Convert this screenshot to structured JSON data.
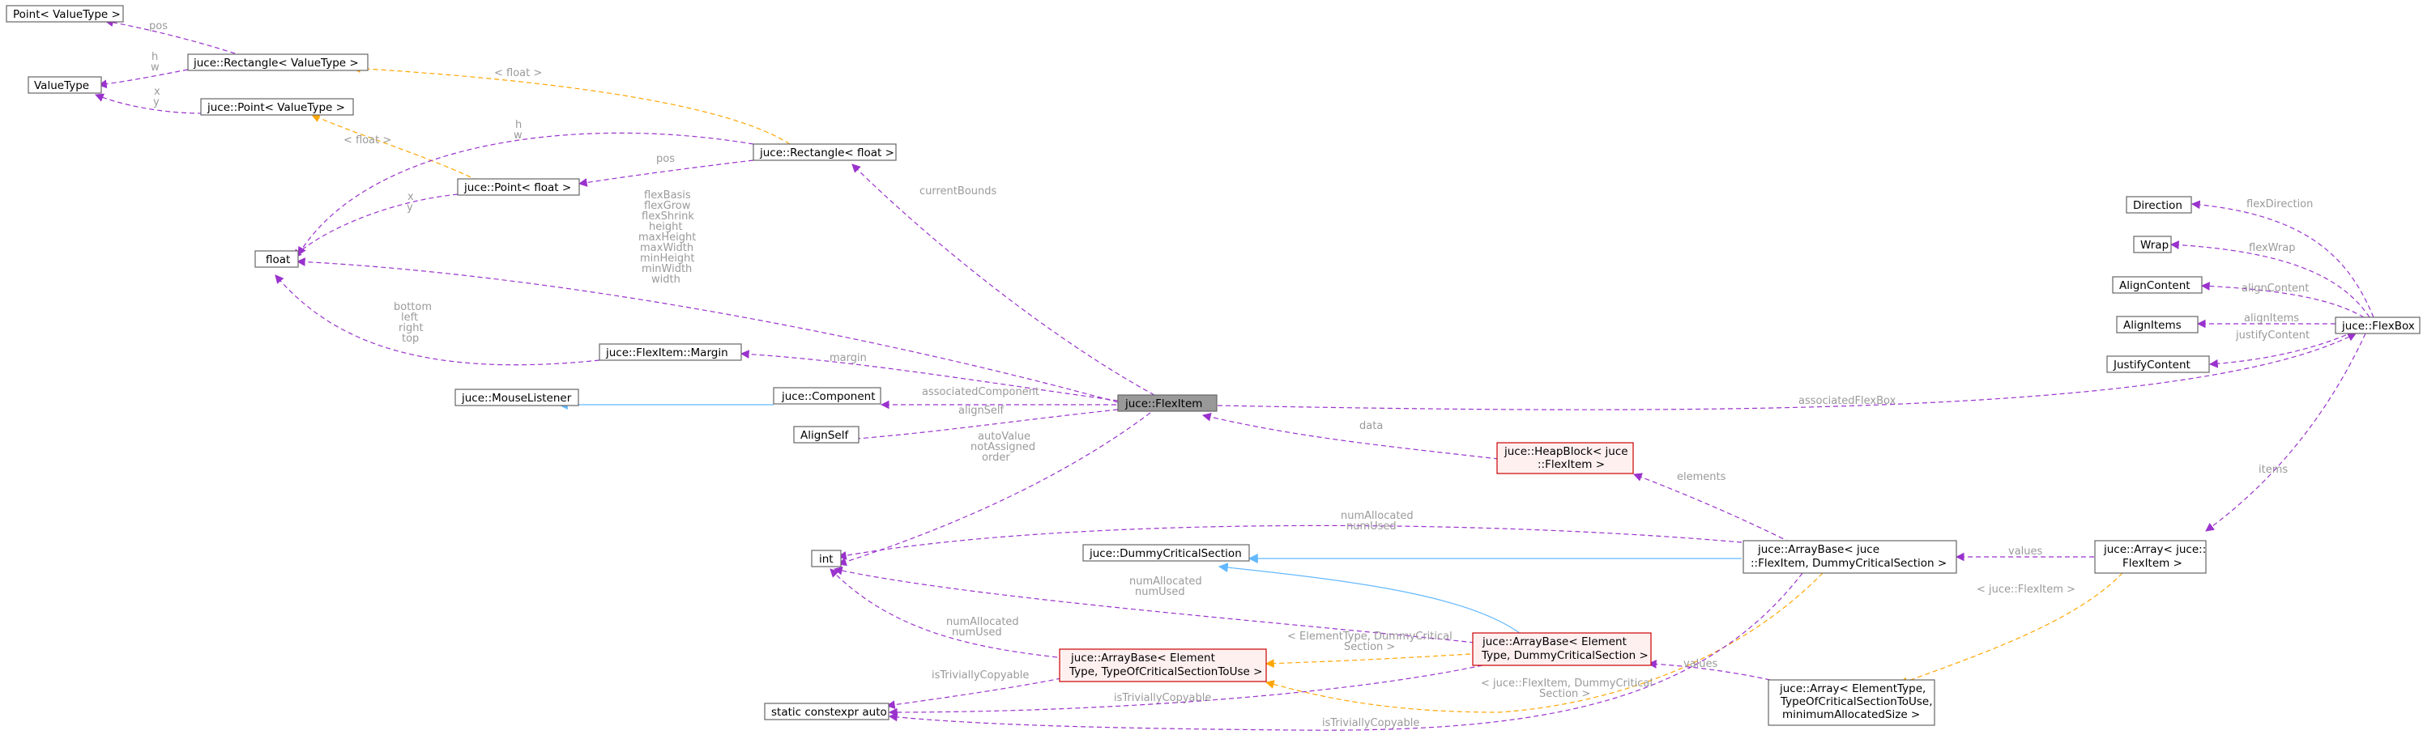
{
  "nodes": {
    "point_valuetype": "Point< ValueType >",
    "rect_valuetype": "juce::Rectangle< ValueType >",
    "valuetype": "ValueType",
    "juce_point_valuetype": "juce::Point< ValueType >",
    "rect_float": "juce::Rectangle< float >",
    "point_float": "juce::Point< float >",
    "float": "float",
    "margin": "juce::FlexItem::Margin",
    "mouselistener": "juce::MouseListener",
    "component": "juce::Component",
    "alignself": "AlignSelf",
    "flexitem": "juce::FlexItem",
    "heapblock": [
      "juce::HeapBlock< juce",
      "::FlexItem >"
    ],
    "int": "int",
    "dummycs": "juce::DummyCriticalSection",
    "arraybase_flexitem": [
      "juce::ArrayBase< juce",
      "::FlexItem, DummyCriticalSection >"
    ],
    "array_flexitem": [
      "juce::Array< juce::",
      "FlexItem >"
    ],
    "arraybase_elem_typeofcs": [
      "juce::ArrayBase< Element",
      "Type, TypeOfCriticalSectionToUse >"
    ],
    "arraybase_elem_dummy": [
      "juce::ArrayBase< Element",
      "Type, DummyCriticalSection >"
    ],
    "array_generic": [
      "juce::Array< ElementType,",
      "TypeOfCriticalSectionToUse,",
      "minimumAllocatedSize >"
    ],
    "static_constexpr": "static constexpr auto",
    "direction": "Direction",
    "wrap": "Wrap",
    "aligncontent": "AlignContent",
    "alignitems": "AlignItems",
    "justifycontent": "JustifyContent",
    "flexbox": "juce::FlexBox"
  },
  "labels": {
    "pos_top": "pos",
    "h_w_top": [
      "h",
      "w"
    ],
    "x_y_top": [
      "x",
      "y"
    ],
    "float_tmpl_rect": "< float >",
    "float_tmpl_point": "< float >",
    "h_w_float": [
      "h",
      "w"
    ],
    "pos_mid": "pos",
    "x_y_mid": [
      "x",
      "y"
    ],
    "flex_fields": [
      "flexBasis",
      "flexGrow",
      "flexShrink",
      "height",
      "maxHeight",
      "maxWidth",
      "minHeight",
      "minWidth",
      "width"
    ],
    "margin_fields": [
      "bottom",
      "left",
      "right",
      "top"
    ],
    "current_bounds": "currentBounds",
    "margin": "margin",
    "associated_component": "associatedComponent",
    "align_self": "alignSelf",
    "int_fields": [
      "autoValue",
      "notAssigned",
      "order"
    ],
    "associated_flexbox": "associatedFlexBox",
    "data": "data",
    "elements": "elements",
    "num_alloc_used_1": [
      "numAllocated",
      "numUsed"
    ],
    "num_alloc_used_2": [
      "numAllocated",
      "numUsed"
    ],
    "num_alloc_used_3": [
      "numAllocated",
      "numUsed"
    ],
    "values_1": "values",
    "values_2": "values",
    "juce_flexitem_tmpl": "< juce::FlexItem >",
    "elem_dummy_tmpl": [
      "< ElementType, DummyCritical",
      "Section >"
    ],
    "flexitem_dummy_tmpl": [
      "< juce::FlexItem, DummyCritical",
      "Section >"
    ],
    "is_trivially_copyable_1": "isTriviallyCopyable",
    "is_trivially_copyable_2": "isTriviallyCopyable",
    "is_trivially_copyable_3": "isTriviallyCopyable",
    "flex_direction": "flexDirection",
    "flex_wrap": "flexWrap",
    "align_content": "alignContent",
    "align_items": "alignItems",
    "justify_content": "justifyContent",
    "items": "items"
  },
  "colors": {
    "usage_edge": "#9a32cd",
    "template_edge": "#ffa500",
    "inherit_edge": "#63b8ff",
    "label_text": "#9a9a9a",
    "highlight_node": "#999999",
    "incomplete_node_border": "#cc0000"
  }
}
